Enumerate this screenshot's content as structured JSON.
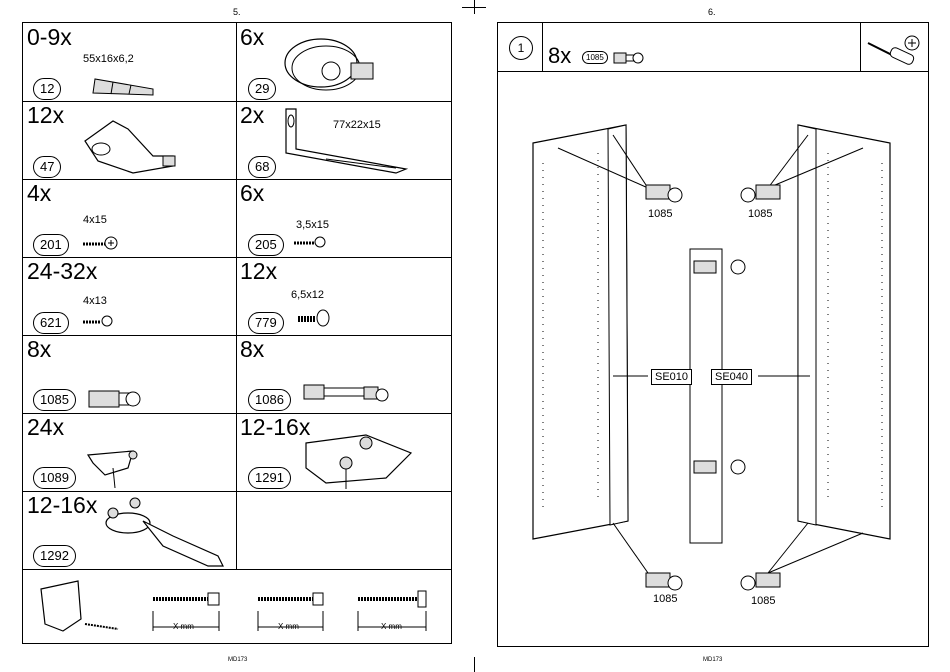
{
  "left_page": {
    "page_number": "5.",
    "footer": "MD173",
    "parts": [
      {
        "qty": "0-9x",
        "dim": "55x16x6,2",
        "code": "12"
      },
      {
        "qty": "6x",
        "dim": "",
        "code": "29"
      },
      {
        "qty": "12x",
        "dim": "",
        "code": "47"
      },
      {
        "qty": "2x",
        "dim": "77x22x15",
        "code": "68"
      },
      {
        "qty": "4x",
        "dim": "4x15",
        "code": "201"
      },
      {
        "qty": "6x",
        "dim": "3,5x15",
        "code": "205"
      },
      {
        "qty": "24-32x",
        "dim": "4x13",
        "code": "621"
      },
      {
        "qty": "12x",
        "dim": "6,5x12",
        "code": "779"
      },
      {
        "qty": "8x",
        "dim": "",
        "code": "1085"
      },
      {
        "qty": "8x",
        "dim": "",
        "code": "1086"
      },
      {
        "qty": "24x",
        "dim": "",
        "code": "1089"
      },
      {
        "qty": "12-16x",
        "dim": "",
        "code": "1291"
      },
      {
        "qty": "12-16x",
        "dim": "",
        "code": "1292"
      }
    ],
    "screw_measures": [
      "X mm",
      "X mm",
      "X mm"
    ]
  },
  "right_page": {
    "page_number": "6.",
    "footer": "MD173",
    "step": "1",
    "qty": "8x",
    "part_code": "1085",
    "tools": [
      "screwdriver-icon",
      "phillips-head-icon"
    ],
    "panel_labels": [
      "SE010",
      "SE040"
    ],
    "callouts": [
      "1085",
      "1085",
      "1085",
      "1085"
    ]
  }
}
